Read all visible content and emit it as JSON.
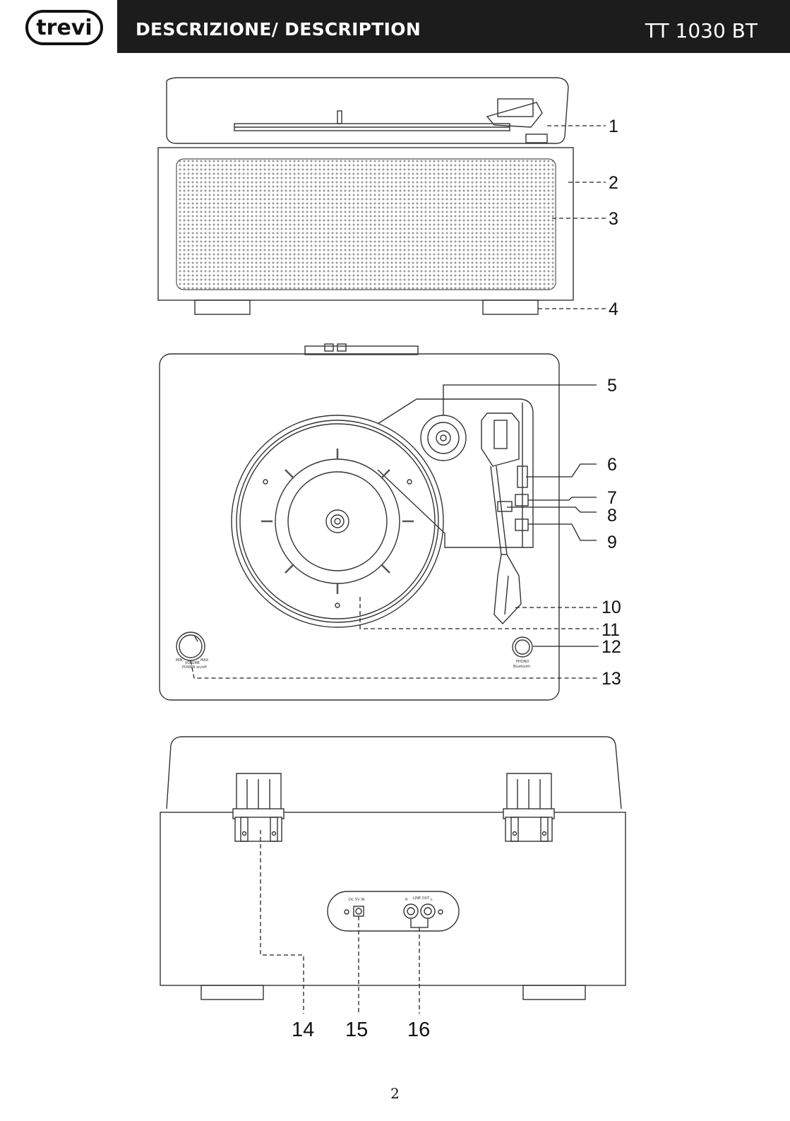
{
  "header": {
    "logo_text": "trevi",
    "section_title": "DESCRIZIONE/ DESCRIPTION",
    "model": "TT 1030 BT"
  },
  "figures": {
    "front_view": {
      "callouts": [
        "1",
        "2",
        "3",
        "4"
      ]
    },
    "top_view": {
      "callouts": [
        "5",
        "6",
        "7",
        "8",
        "9",
        "10",
        "11",
        "12",
        "13"
      ],
      "volume_knob_labels": {
        "min": "MIN",
        "max": "MAX",
        "function": "VOLUME",
        "power": "POWER on/off"
      },
      "mode_button_labels": {
        "line1": "PHONO",
        "line2": "Bluetooth"
      }
    },
    "rear_view": {
      "callouts": [
        "14",
        "15",
        "16"
      ],
      "panel_labels": {
        "dc_in": "DC 5V IN",
        "line_out": "LINE OUT",
        "right": "R",
        "left": "L"
      }
    }
  },
  "footer": {
    "page_number": "2"
  }
}
